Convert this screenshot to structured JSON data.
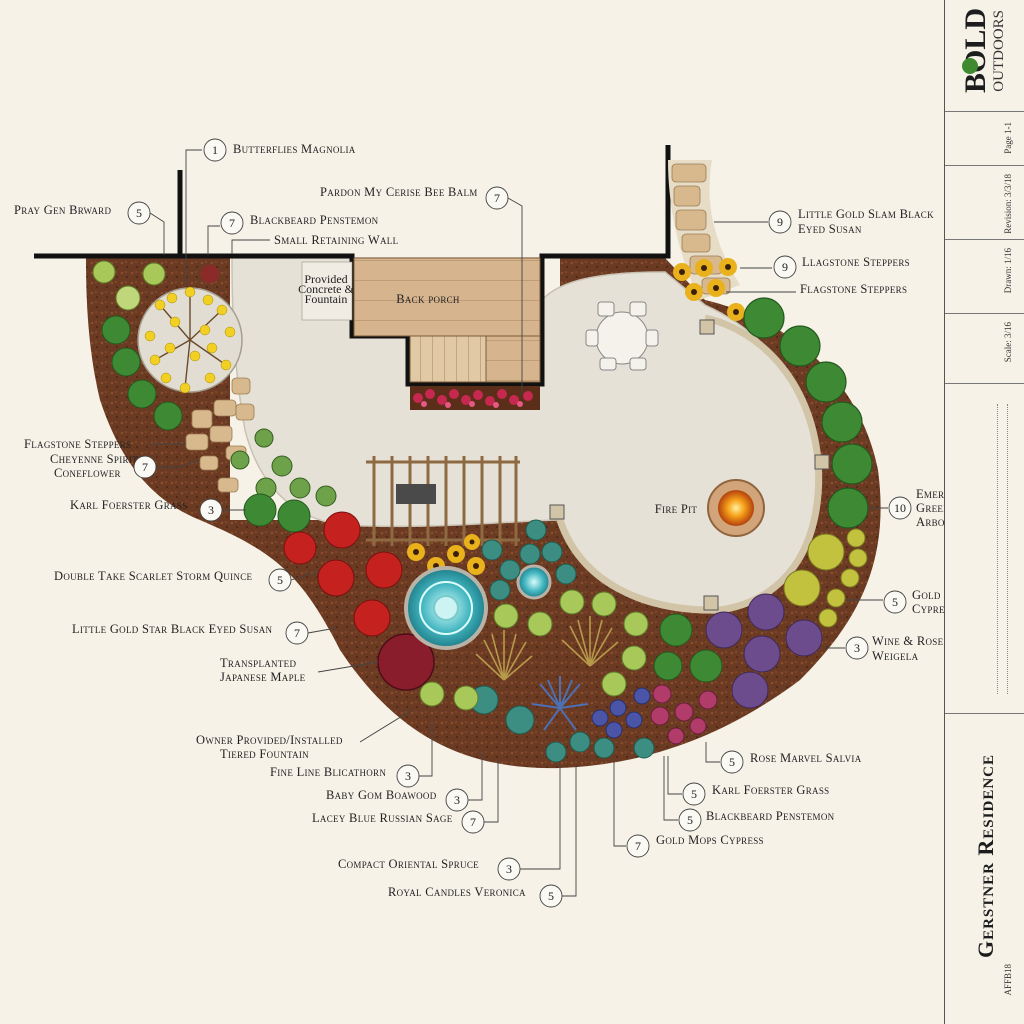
{
  "title_block": {
    "logo_main": "BOLD",
    "logo_sub": "OUTDOORS",
    "page": "Page 1-1",
    "revision": "Revision: 3/3/18",
    "drawn": "Drawn: 1/16",
    "scale": "Scale: 3/16",
    "project_title": "Gerstner Residence",
    "footer": "AFFB18"
  },
  "areas": {
    "back_porch": "Back porch",
    "fire_pit": "Fire Pit",
    "owner_note": [
      "Provided",
      "Concrete &",
      "Fountain"
    ]
  },
  "callouts": [
    {
      "id": "butterflies-magnolia",
      "number": "1",
      "label": [
        "Butterflies Magnolia"
      ]
    },
    {
      "id": "pray-gen-brward",
      "number": "5",
      "label": [
        "Pray Gen Brward"
      ]
    },
    {
      "id": "pardon-my-cerise",
      "number": "7",
      "label": [
        "Pardon My Cerise Bee Balm"
      ]
    },
    {
      "id": "blackbeard-top",
      "number": "7",
      "label": [
        "Blackbeard Penstemon"
      ]
    },
    {
      "id": "small-retaining-wall",
      "number": "",
      "label": [
        "Small Retaining Wall"
      ]
    },
    {
      "id": "little-gold-slam",
      "number": "9",
      "label": [
        "Little Gold Slam Black",
        "Eyed Susan"
      ]
    },
    {
      "id": "llagstone-steppers",
      "number": "9",
      "label": [
        "Llagstone Steppers"
      ]
    },
    {
      "id": "flagstone-right",
      "number": "",
      "label": [
        "Flagstone Steppers"
      ]
    },
    {
      "id": "flagstone-cheyenne",
      "number": "7",
      "label": [
        "Flagstone Steppers",
        "Cheyenne Spirit",
        "Coneflower"
      ]
    },
    {
      "id": "karl-foerster-left",
      "number": "3",
      "label": [
        "Karl Foerster Grass"
      ]
    },
    {
      "id": "double-take",
      "number": "5",
      "label": [
        "Double Take Scarlet Storm Quince"
      ]
    },
    {
      "id": "little-gold-star",
      "number": "7",
      "label": [
        "Little Gold Star Black Eyed Susan"
      ]
    },
    {
      "id": "japanese-maple",
      "number": "",
      "label": [
        "Transplanted",
        "Japanese Maple"
      ]
    },
    {
      "id": "tiered-fountain",
      "number": "",
      "label": [
        "Owner Provided/Installed",
        "Tiered Fountain"
      ]
    },
    {
      "id": "fine-line",
      "number": "3",
      "label": [
        "Fine Line Blicathorn"
      ]
    },
    {
      "id": "baby-gem",
      "number": "3",
      "label": [
        "Baby Gom Boawood"
      ]
    },
    {
      "id": "lacey-blue",
      "number": "7",
      "label": [
        "Lacey Blue Russian Sage"
      ]
    },
    {
      "id": "compact-oriental",
      "number": "3",
      "label": [
        "Compact Oriental Spruce"
      ]
    },
    {
      "id": "royal-candles",
      "number": "5",
      "label": [
        "Royal Candles Veronica"
      ]
    },
    {
      "id": "emerald-green",
      "number": "10",
      "label": [
        "Emerald",
        "Green",
        "Arborvitae"
      ]
    },
    {
      "id": "gold-mops-right",
      "number": "5",
      "label": [
        "Gold Mops",
        "Cypress"
      ]
    },
    {
      "id": "wine-roses",
      "number": "3",
      "label": [
        "Wine & Roses",
        "Weigela"
      ]
    },
    {
      "id": "rose-marvel",
      "number": "5",
      "label": [
        "Rose Marvel Salvia"
      ]
    },
    {
      "id": "karl-foerster-bottom",
      "number": "5",
      "label": [
        "Karl Foerster Grass"
      ]
    },
    {
      "id": "blackbeard-bottom",
      "number": "5",
      "label": [
        "Blackbeard Penstemon"
      ]
    },
    {
      "id": "gold-mops-bottom",
      "number": "7",
      "label": [
        "Gold Mops Cypress"
      ]
    }
  ]
}
